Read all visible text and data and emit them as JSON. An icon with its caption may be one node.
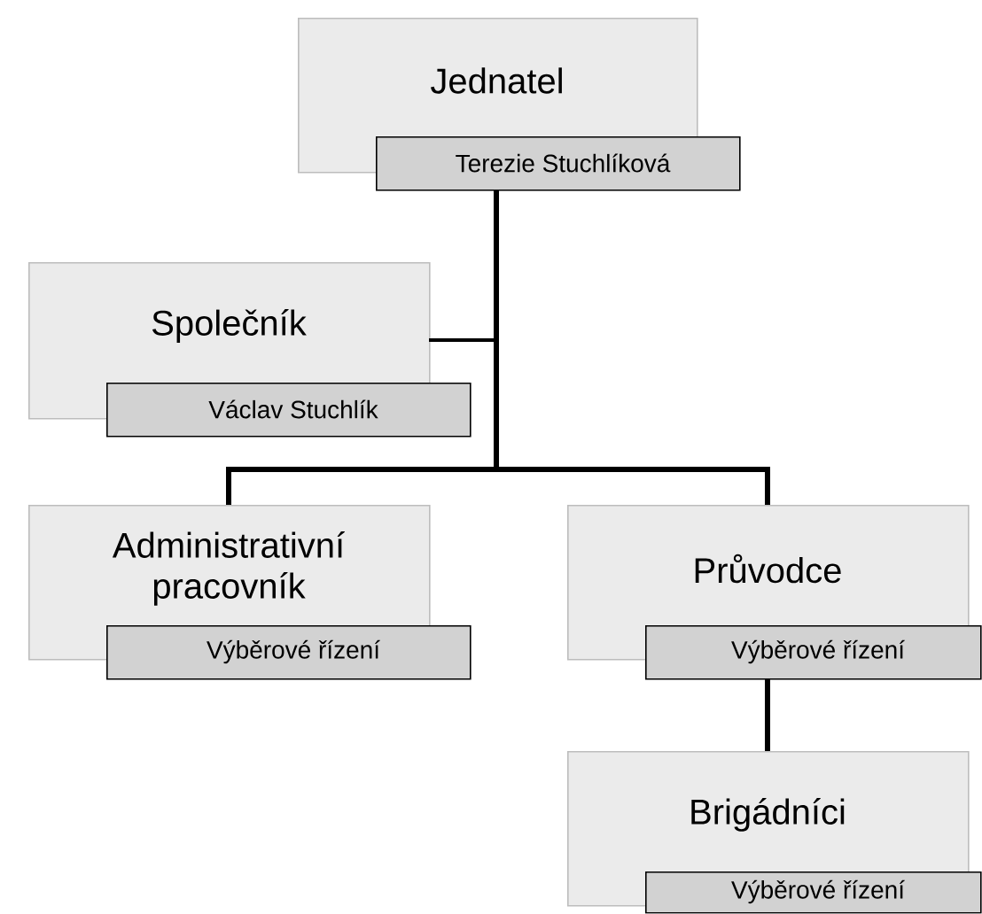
{
  "diagram": {
    "nodes": [
      {
        "text": [
          "Jednatel",
          "Terezie Stuchlíková"
        ]
      },
      {
        "text": [
          "Společník",
          "Václav Stuchlík"
        ]
      },
      {
        "text": [
          "Administrativní pracovník",
          "Výběrové řízení"
        ]
      },
      {
        "text": [
          "Průvodce",
          "Výběrové řízení"
        ]
      },
      {
        "text": [
          "Brigádníci",
          "Výběrové řízení"
        ]
      }
    ],
    "edges": [
      {
        "from": 0,
        "to": 1,
        "arrow": "none"
      },
      {
        "from": 0,
        "to": 2,
        "arrow": "none"
      },
      {
        "from": 0,
        "to": 3,
        "arrow": "none"
      },
      {
        "from": 3,
        "to": 4,
        "arrow": "none"
      }
    ]
  }
}
